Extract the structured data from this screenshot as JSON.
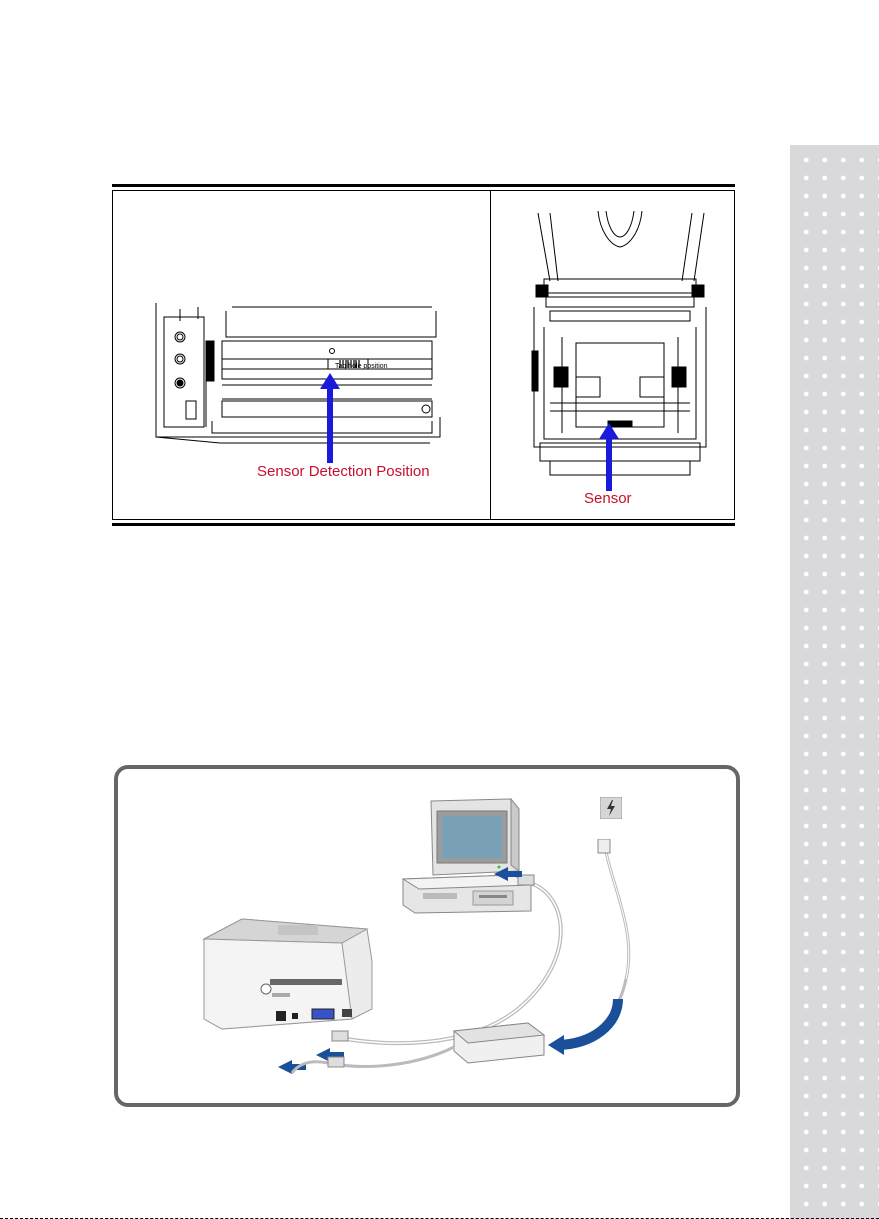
{
  "figures": {
    "sensor_table": {
      "left_caption": "Sensor Detection Position",
      "left_small_label": "Tag hole position",
      "right_caption": "Sensor"
    },
    "connection_diagram": {
      "power_symbol": "lightning-bolt-icon"
    }
  },
  "colors": {
    "caption_red": "#c8102e",
    "arrow_blue": "#1a1adb",
    "frame_gray": "#666666",
    "strip_gray": "#d9d9dc"
  }
}
